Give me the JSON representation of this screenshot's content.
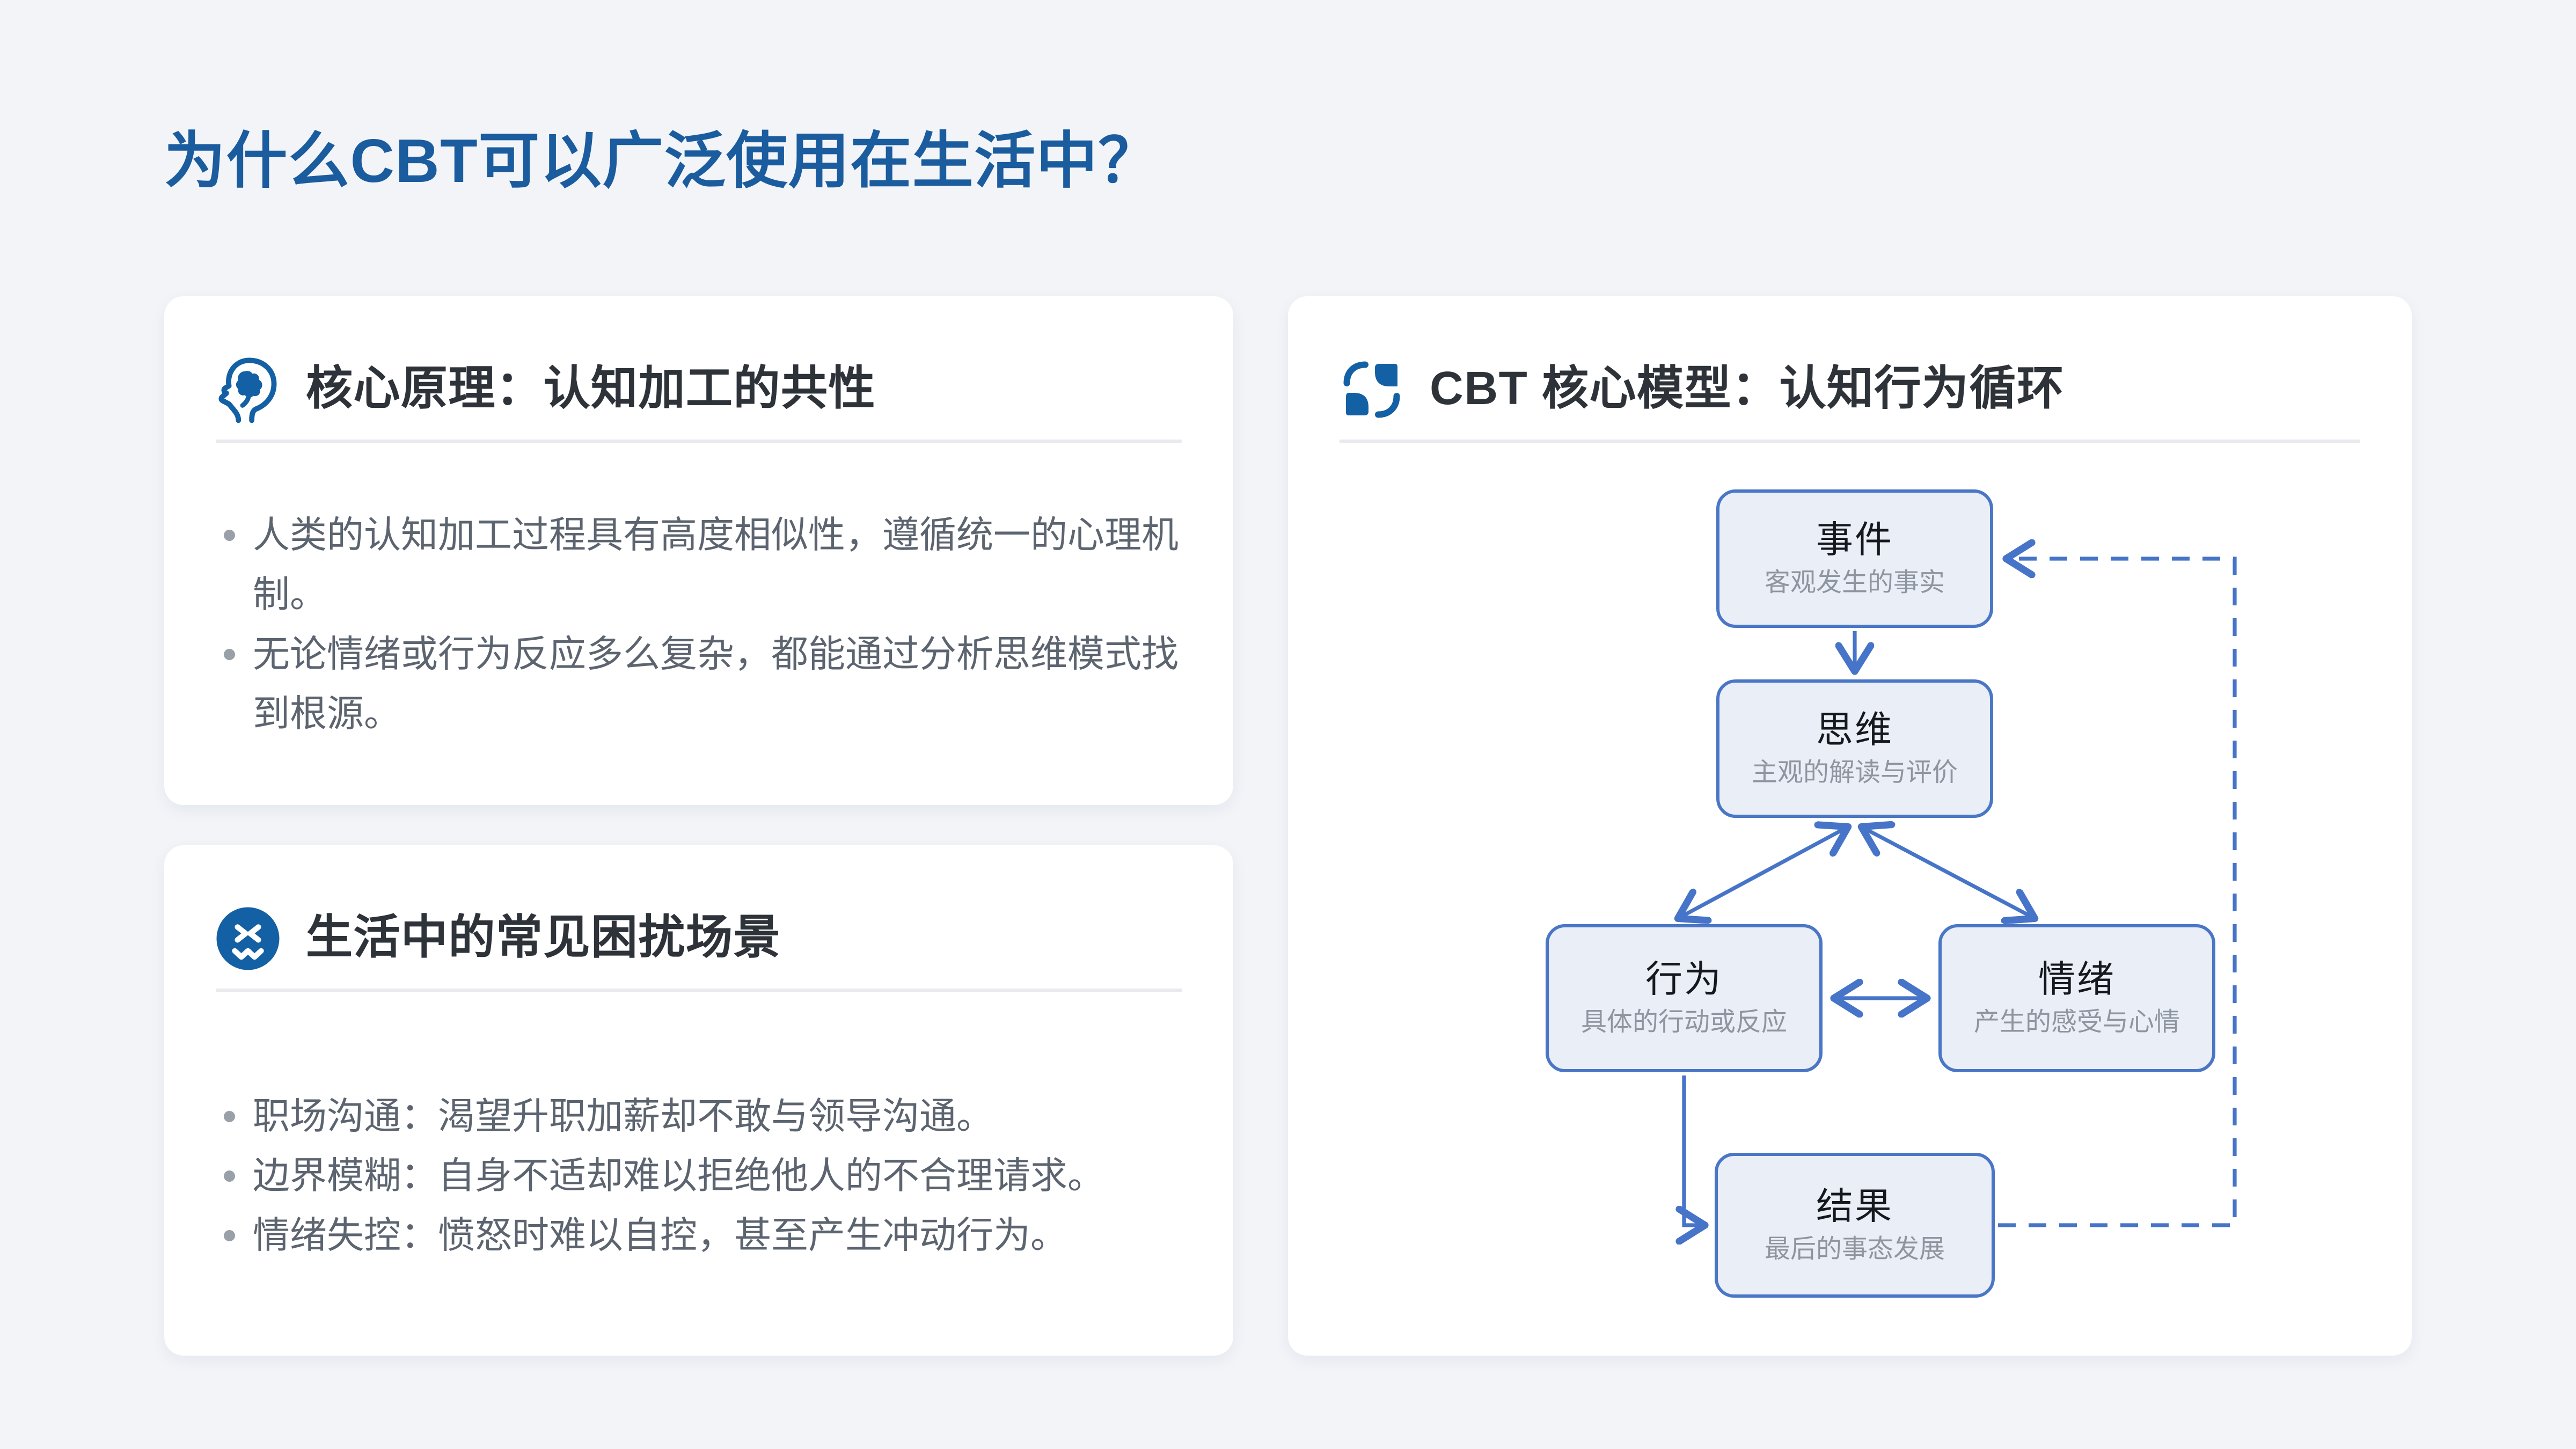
{
  "page": {
    "title": "为什么CBT可以广泛使用在生活中？"
  },
  "palette": {
    "background": "#f2f4f8",
    "card": "#ffffff",
    "title_blue": "#1a5c9e",
    "icon_blue": "#1360a4",
    "header_text": "#2e333a",
    "body_text": "#5c6470",
    "node_fill": "#e9eef7",
    "node_border": "#4a76c6",
    "arrow_blue": "#4674c8",
    "node_desc_gray": "#8f959e"
  },
  "cards": {
    "principle": {
      "icon": "head-brain-icon",
      "title": "核心原理：认知加工的共性",
      "bullets": [
        "人类的认知加工过程具有高度相似性，遵循统一的心理机制。",
        "无论情绪或行为反应多么复杂，都能通过分析思维模式找到根源。"
      ]
    },
    "scenarios": {
      "icon": "confounded-face-icon",
      "title": "生活中的常见困扰场景",
      "bullets": [
        "职场沟通：渴望升职加薪却不敢与领导沟通。",
        "边界模糊：自身不适却难以拒绝他人的不合理请求。",
        "情绪失控：愤怒时难以自控，甚至产生冲动行为。"
      ]
    },
    "model": {
      "icon": "cycle-quadrant-icon",
      "title": "CBT 核心模型：认知行为循环",
      "nodes": [
        {
          "id": "event",
          "label": "事件",
          "desc": "客观发生的事实"
        },
        {
          "id": "thought",
          "label": "思维",
          "desc": "主观的解读与评价"
        },
        {
          "id": "behavior",
          "label": "行为",
          "desc": "具体的行动或反应"
        },
        {
          "id": "emotion",
          "label": "情绪",
          "desc": "产生的感受与心情"
        },
        {
          "id": "result",
          "label": "结果",
          "desc": "最后的事态发展"
        }
      ],
      "edges": [
        {
          "from": "event",
          "to": "thought",
          "style": "solid",
          "direction": "one-way"
        },
        {
          "from": "thought",
          "to": "behavior",
          "style": "solid",
          "direction": "two-way"
        },
        {
          "from": "thought",
          "to": "emotion",
          "style": "solid",
          "direction": "two-way"
        },
        {
          "from": "behavior",
          "to": "emotion",
          "style": "solid",
          "direction": "two-way"
        },
        {
          "from": "behavior",
          "to": "result",
          "style": "solid",
          "direction": "one-way"
        },
        {
          "from": "result",
          "to": "event",
          "style": "dashed",
          "direction": "one-way"
        }
      ]
    }
  }
}
